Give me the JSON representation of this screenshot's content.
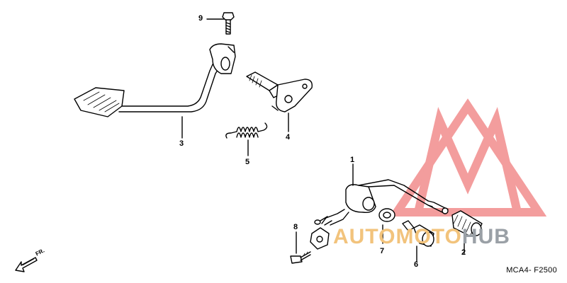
{
  "diagram": {
    "parts": [
      {
        "id": "part-1",
        "number": "1"
      },
      {
        "id": "part-2",
        "number": "2"
      },
      {
        "id": "part-3",
        "number": "3"
      },
      {
        "id": "part-4",
        "number": "4"
      },
      {
        "id": "part-5",
        "number": "5"
      },
      {
        "id": "part-6",
        "number": "6"
      },
      {
        "id": "part-7",
        "number": "7"
      },
      {
        "id": "part-8",
        "number": "8"
      },
      {
        "id": "part-9",
        "number": "9"
      }
    ],
    "direction_label": "FR.",
    "diagram_code": "MCA4- F2500"
  },
  "watermark": {
    "text_part1": "AUTO",
    "text_part2": "MOTO",
    "text_part3": "HUB",
    "colors": {
      "logo": "#f08a8a",
      "text_main": "#f2c37c",
      "text_hub": "#9aa0a6"
    }
  }
}
